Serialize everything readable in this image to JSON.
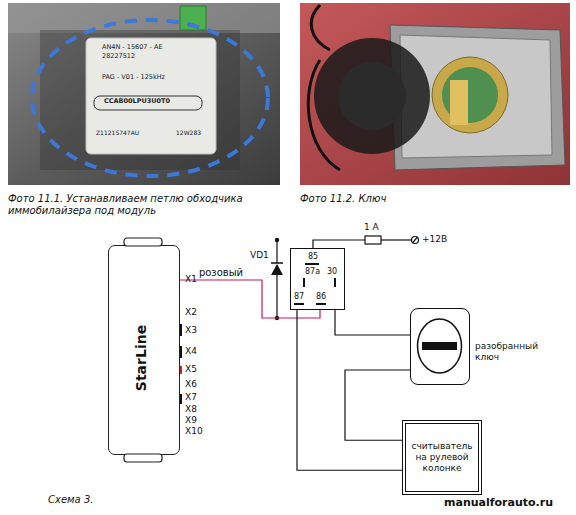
{
  "diagram": {
    "caption": "Схема 3.",
    "nodes": [
      {
        "text": [
          "StarLine"
        ]
      },
      {
        "text": [
          "85",
          "87a",
          "30",
          "87",
          "86"
        ]
      },
      {
        "text": [
          "разобранный ключ"
        ]
      },
      {
        "text": [
          "считыватель на рулевой колонке"
        ]
      }
    ],
    "edges": [
      {
        "from": 0,
        "to": 1,
        "arrow": "none",
        "label": "розовый"
      },
      {
        "from": 1,
        "to": 2,
        "arrow": "none"
      },
      {
        "from": 1,
        "to": 3,
        "arrow": "none"
      },
      {
        "from": 2,
        "to": 3,
        "arrow": "none"
      }
    ],
    "labels": [
      "AN4N - 15607 - AE",
      "28227512",
      "PAG - V01 - 125kHz",
      "CCAB00LPU3U0T0",
      "Z1121S747AU",
      "12W283",
      "Фото 11.1. Устанавливаем петлю обходчика иммобилайзера под модуль",
      "Фото 11.2. Ключ",
      "X1",
      "X2",
      "X3",
      "X4",
      "X5",
      "X6",
      "X7",
      "X8",
      "X9",
      "X10",
      "VD1",
      "1 A",
      "+12В",
      "manualforauto.ru"
    ]
  }
}
